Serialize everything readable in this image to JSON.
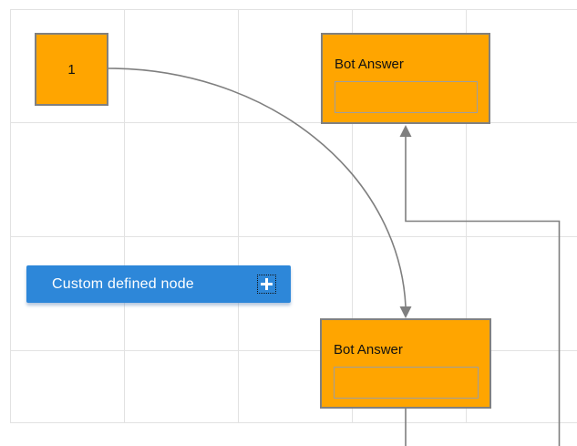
{
  "colors": {
    "canvas_bg": "#ffffff",
    "grid_line": "#e2e2e2",
    "node_fill": "#ffa500",
    "node_border": "#808080",
    "node_text": "#111111",
    "field_border": "#9e9e9e",
    "connector": "#7f7f7f",
    "button_fill": "#2d87d9",
    "button_text": "#ffffff",
    "plus_border": "#111111"
  },
  "diagram": {
    "nodes": {
      "start": {
        "label": "1"
      },
      "bot_answer_top": {
        "title": "Bot Answer",
        "field_value": ""
      },
      "bot_answer_bottom": {
        "title": "Bot Answer",
        "field_value": ""
      },
      "custom_button": {
        "label": "Custom defined node",
        "icon": "plus-icon"
      }
    },
    "edges": [
      {
        "from": "start-node",
        "to": "bot-answer-node-bottom",
        "shape": "curved",
        "arrow_at": "target"
      },
      {
        "from": "bot-answer-node-bottom",
        "to": "bot-answer-node-top",
        "shape": "orthogonal",
        "arrow_at": "target"
      }
    ]
  }
}
